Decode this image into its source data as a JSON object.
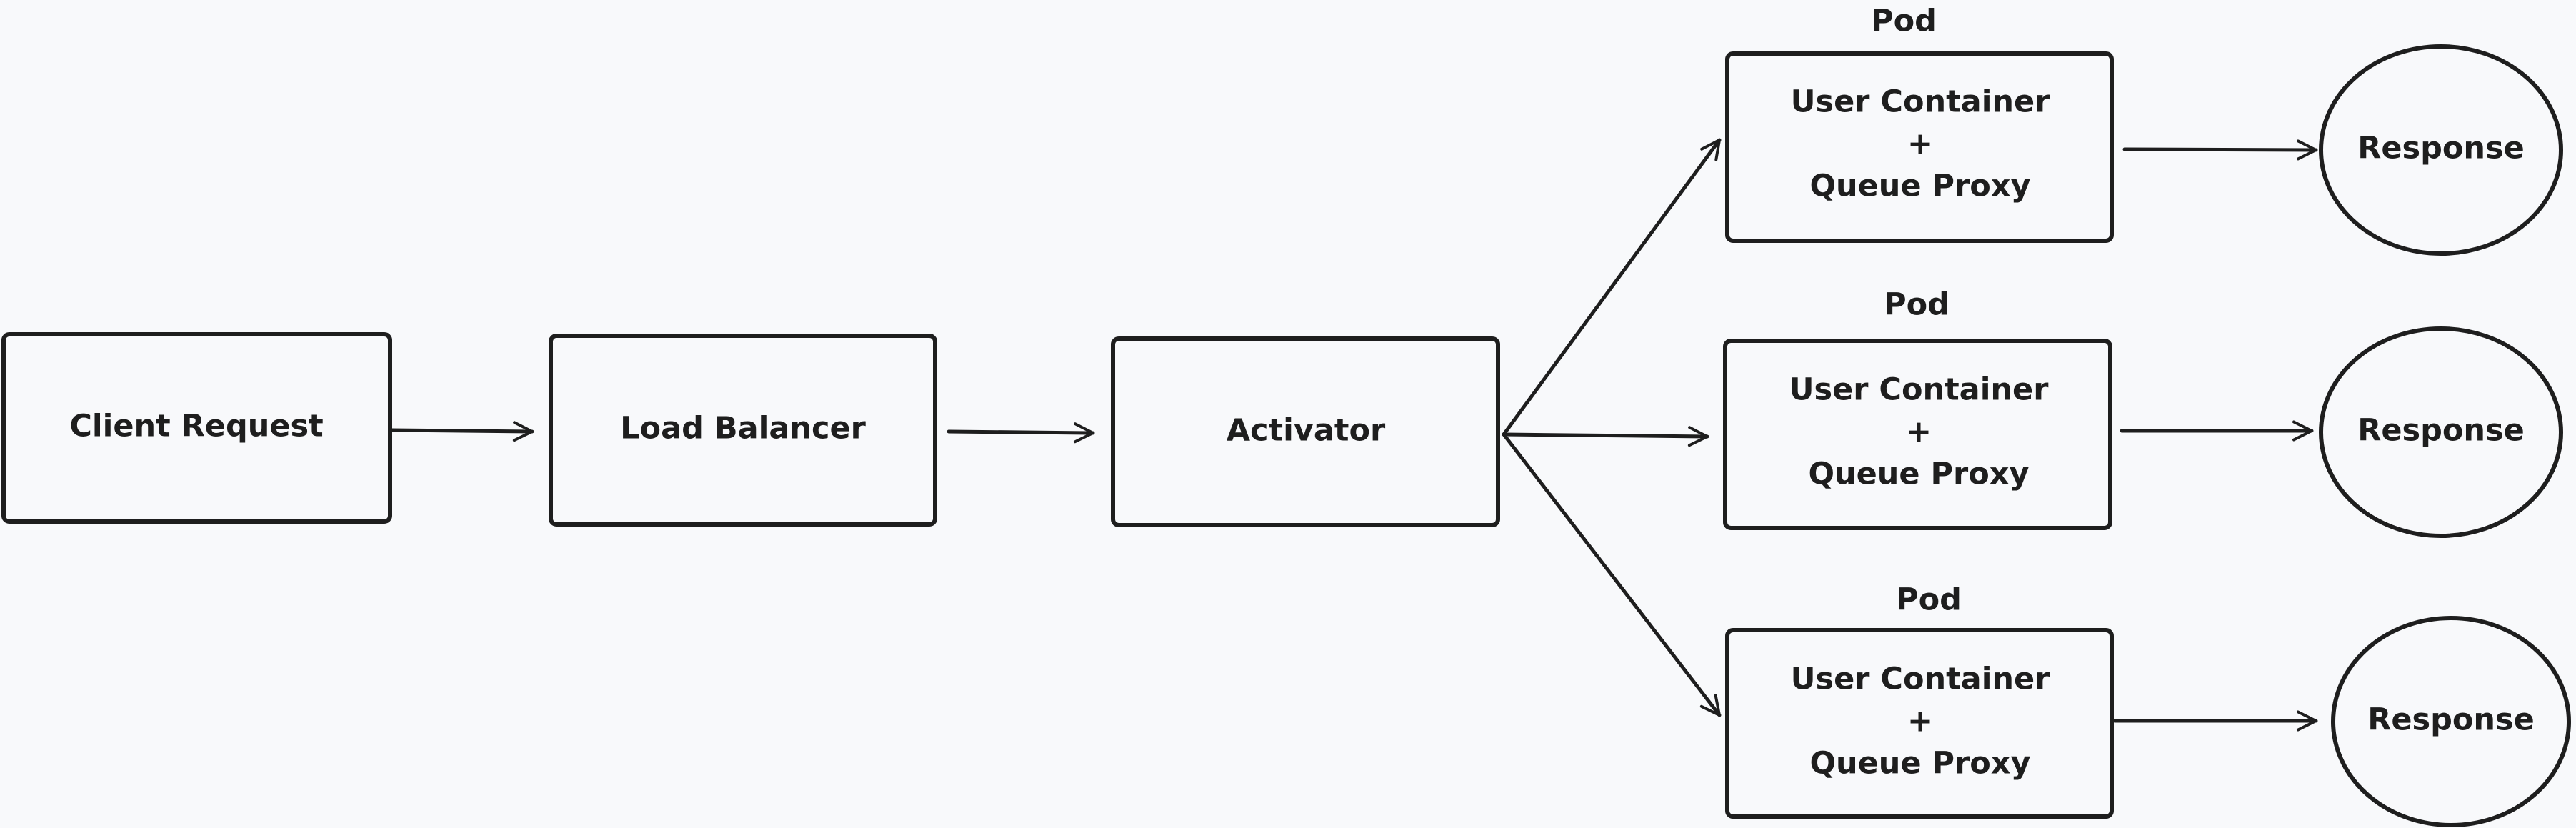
{
  "diagram": {
    "client": {
      "label": "Client Request"
    },
    "load_balancer": {
      "label": "Load Balancer"
    },
    "activator": {
      "label": "Activator"
    },
    "pods": [
      {
        "title": "Pod",
        "line1": "User Container",
        "line2": "+",
        "line3": "Queue Proxy",
        "response": "Response"
      },
      {
        "title": "Pod",
        "line1": "User Container",
        "line2": "+",
        "line3": "Queue Proxy",
        "response": "Response"
      },
      {
        "title": "Pod",
        "line1": "User Container",
        "line2": "+",
        "line3": "Queue Proxy",
        "response": "Response"
      }
    ]
  }
}
